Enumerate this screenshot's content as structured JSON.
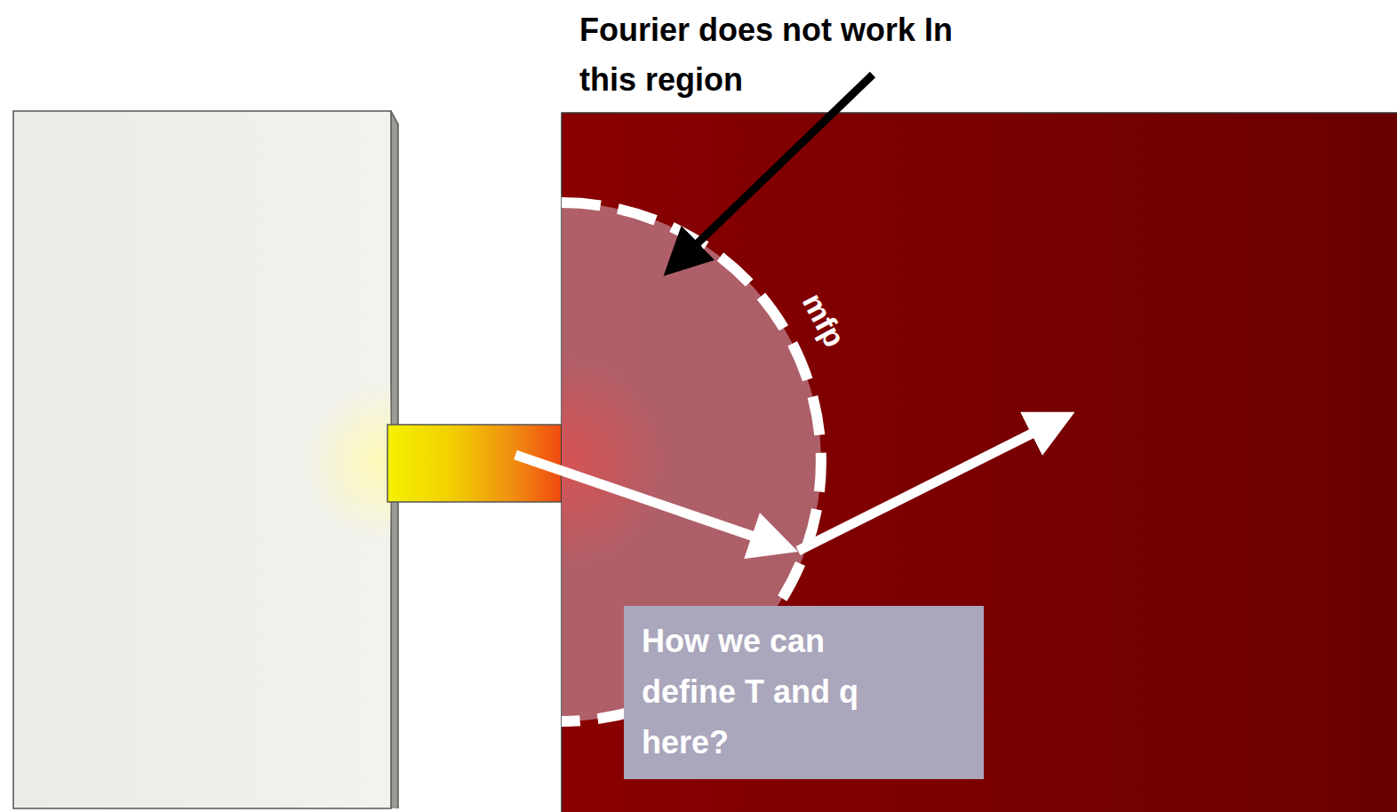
{
  "diagram": {
    "nodes": [
      {
        "text": [
          "How we can define T and q here?"
        ]
      }
    ],
    "labels": [
      "Fourier does not work In this region",
      "mfp"
    ]
  }
}
